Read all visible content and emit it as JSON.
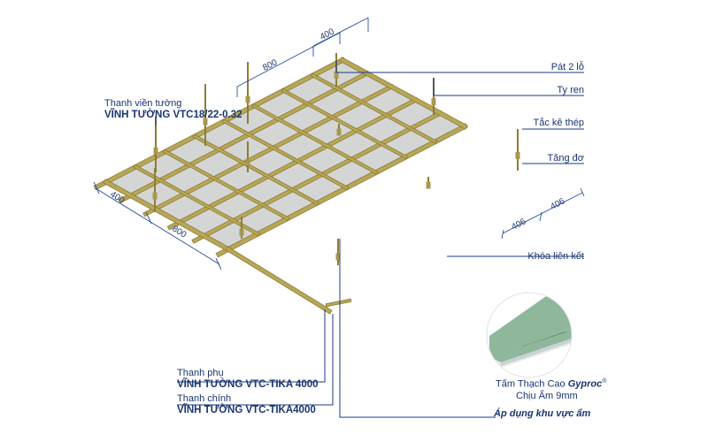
{
  "labels": {
    "wall_angle_caption": "Thanh viền tường",
    "wall_angle_product": "VĨNH TƯỜNG VTC18/22-0.32",
    "bracket": "Pát 2 lỗ",
    "threaded_rod": "Ty ren",
    "anchor": "Tắc kê thép",
    "adjuster": "Tăng đơ",
    "connector": "Khóa liên kết",
    "cross_tee_caption": "Thanh phụ",
    "cross_tee_product": "VĨNH TƯỜNG VTC-TIKA 4000",
    "main_tee_caption": "Thanh chính",
    "main_tee_product": "VĨNH TƯỜNG VTC-TIKA4000"
  },
  "dimensions": {
    "top_short": "400",
    "top_long": "800",
    "left_short": "400",
    "left_long": "800",
    "right_a": "406",
    "right_b": "406"
  },
  "product": {
    "title_prefix": "Tấm Thạch Cao ",
    "brand": "Gyproc",
    "registered": "®",
    "moisture": "Chịu Ẩm 9mm",
    "application": "Áp dụng khu vực ẩm"
  },
  "colors": {
    "frame": "#b8a758",
    "frame_dark": "#8d7d35",
    "panel": "#d4d6d6",
    "leader": "#1a3c80",
    "board_face": "#8fb79b"
  }
}
